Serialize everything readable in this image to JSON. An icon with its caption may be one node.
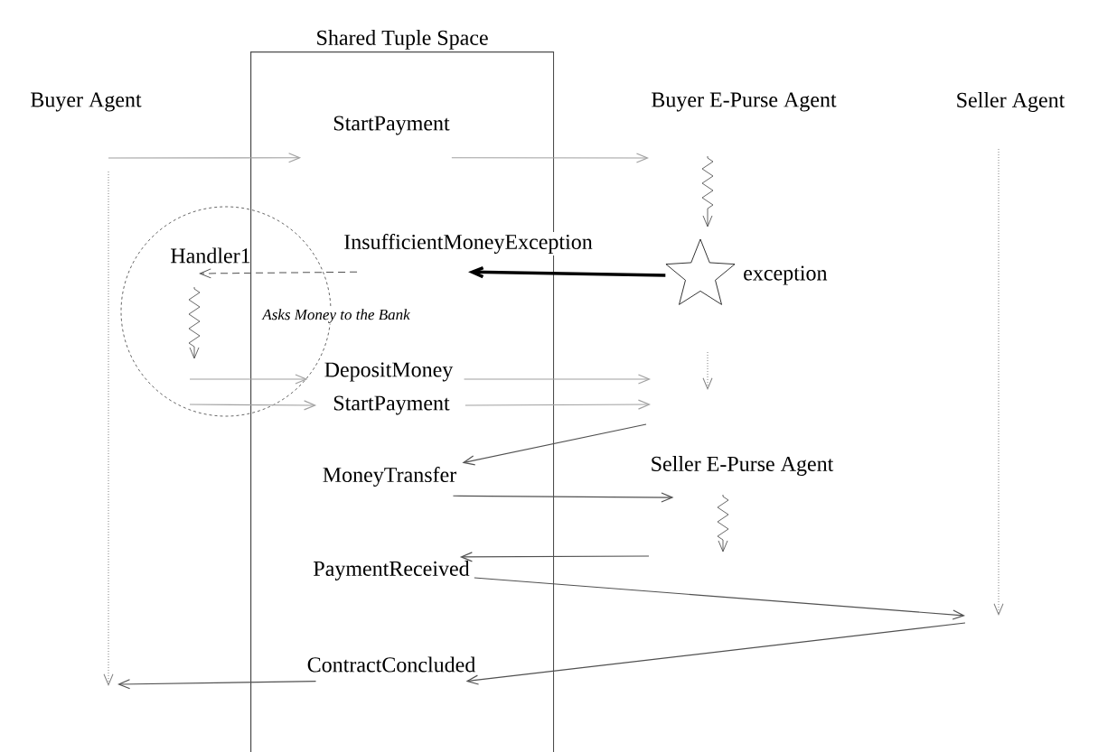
{
  "diagram": {
    "nodes": [
      {
        "text": [
          "Shared Tuple Space"
        ]
      },
      {
        "text": [
          "Buyer Agent"
        ]
      },
      {
        "text": [
          "Buyer E-Purse Agent"
        ]
      },
      {
        "text": [
          "Seller Agent"
        ]
      },
      {
        "text": [
          "StartPayment"
        ],
        "in": 0
      },
      {
        "text": [
          "InsufficientMoneyException"
        ],
        "in": 0
      },
      {
        "text": [
          "DepositMoney"
        ],
        "in": 0
      },
      {
        "text": [
          "StartPayment"
        ],
        "in": 0
      },
      {
        "text": [
          "MoneyTransfer"
        ],
        "in": 0
      },
      {
        "text": [
          "PaymentReceived"
        ],
        "in": 0
      },
      {
        "text": [
          "ContractConcluded"
        ],
        "in": 0
      },
      {
        "text": [
          "Seller E-Purse Agent"
        ]
      },
      {
        "text": [
          "Handler1"
        ]
      },
      {
        "text": [],
        "shape": "star",
        "beside": [
          "exception"
        ]
      }
    ],
    "edges": [
      {
        "from": null,
        "to": 4,
        "arrow": "to",
        "color": "#a0a0a0"
      },
      {
        "from": 4,
        "to": null,
        "arrow": "to",
        "color": "#a0a0a0"
      },
      {
        "from": 13,
        "to": 5,
        "arrow": "to",
        "style": "thick",
        "color": "#000000"
      },
      {
        "from": 5,
        "to": 12,
        "arrow": "to",
        "style": "dashed"
      },
      {
        "from": 12,
        "to": 6,
        "arrow": "to",
        "color": "#a0a0a0"
      },
      {
        "from": 12,
        "to": 7,
        "arrow": "to",
        "color": "#a0a0a0"
      },
      {
        "from": 6,
        "to": null,
        "arrow": "to",
        "color": "#a0a0a0"
      },
      {
        "from": 7,
        "to": null,
        "arrow": "to",
        "color": "#a0a0a0"
      },
      {
        "from": null,
        "to": 8,
        "arrow": "to"
      },
      {
        "from": 8,
        "to": 11,
        "arrow": "to"
      },
      {
        "from": null,
        "to": 9,
        "arrow": "to"
      },
      {
        "from": 9,
        "to": null,
        "arrow": "to"
      },
      {
        "from": null,
        "to": 10,
        "arrow": "to"
      },
      {
        "from": 10,
        "to": null,
        "arrow": "to"
      }
    ],
    "labels": [
      "Asks Money to the Bank"
    ]
  }
}
